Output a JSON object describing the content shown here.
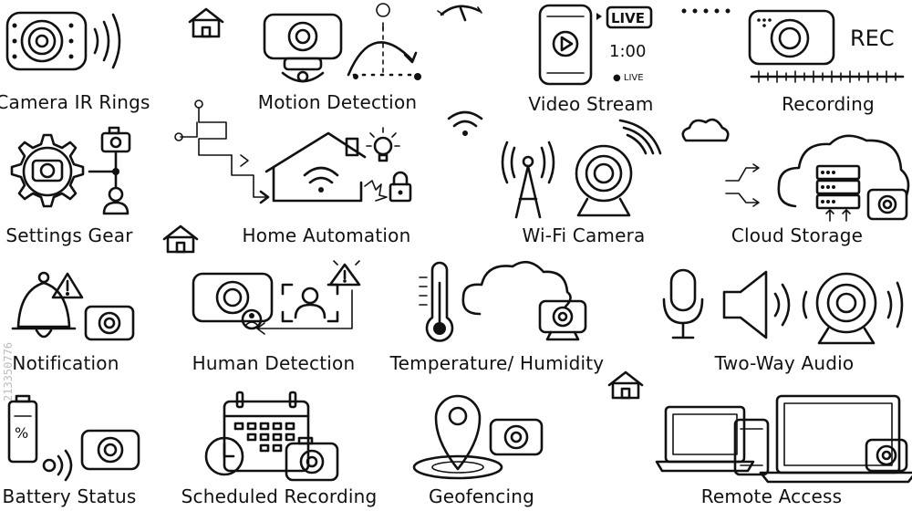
{
  "labels": {
    "camera_ir_rings": "Camera IR Rings",
    "motion_detection": "Motion Detection",
    "video_stream": "Video Stream",
    "recording": "Recording",
    "settings_gear": "Settings Gear",
    "home_automation": "Home Automation",
    "wifi_camera": "Wi-Fi Camera",
    "cloud_storage": "Cloud Storage",
    "notification": "Notification",
    "human_detection": "Human Detection",
    "temperature_humidity": "Temperature/ Humidity",
    "two_way_audio": "Two-Way Audio",
    "battery_status": "Battery Status",
    "scheduled_recording": "Scheduled Recording",
    "geofencing": "Geofencing",
    "remote_access": "Remote Access"
  },
  "icon_text": {
    "live_badge": "LIVE",
    "timer": "1:00",
    "live_small": "● LIVE",
    "rec": "REC",
    "battery_percent": "%"
  },
  "watermark": "213350776"
}
